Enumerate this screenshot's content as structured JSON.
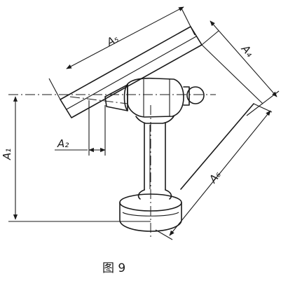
{
  "labels": {
    "a1": "A₁",
    "a2": "A₂",
    "a4": "A₄",
    "a5": "A₅",
    "a6": "A₆"
  },
  "caption": "图 9"
}
